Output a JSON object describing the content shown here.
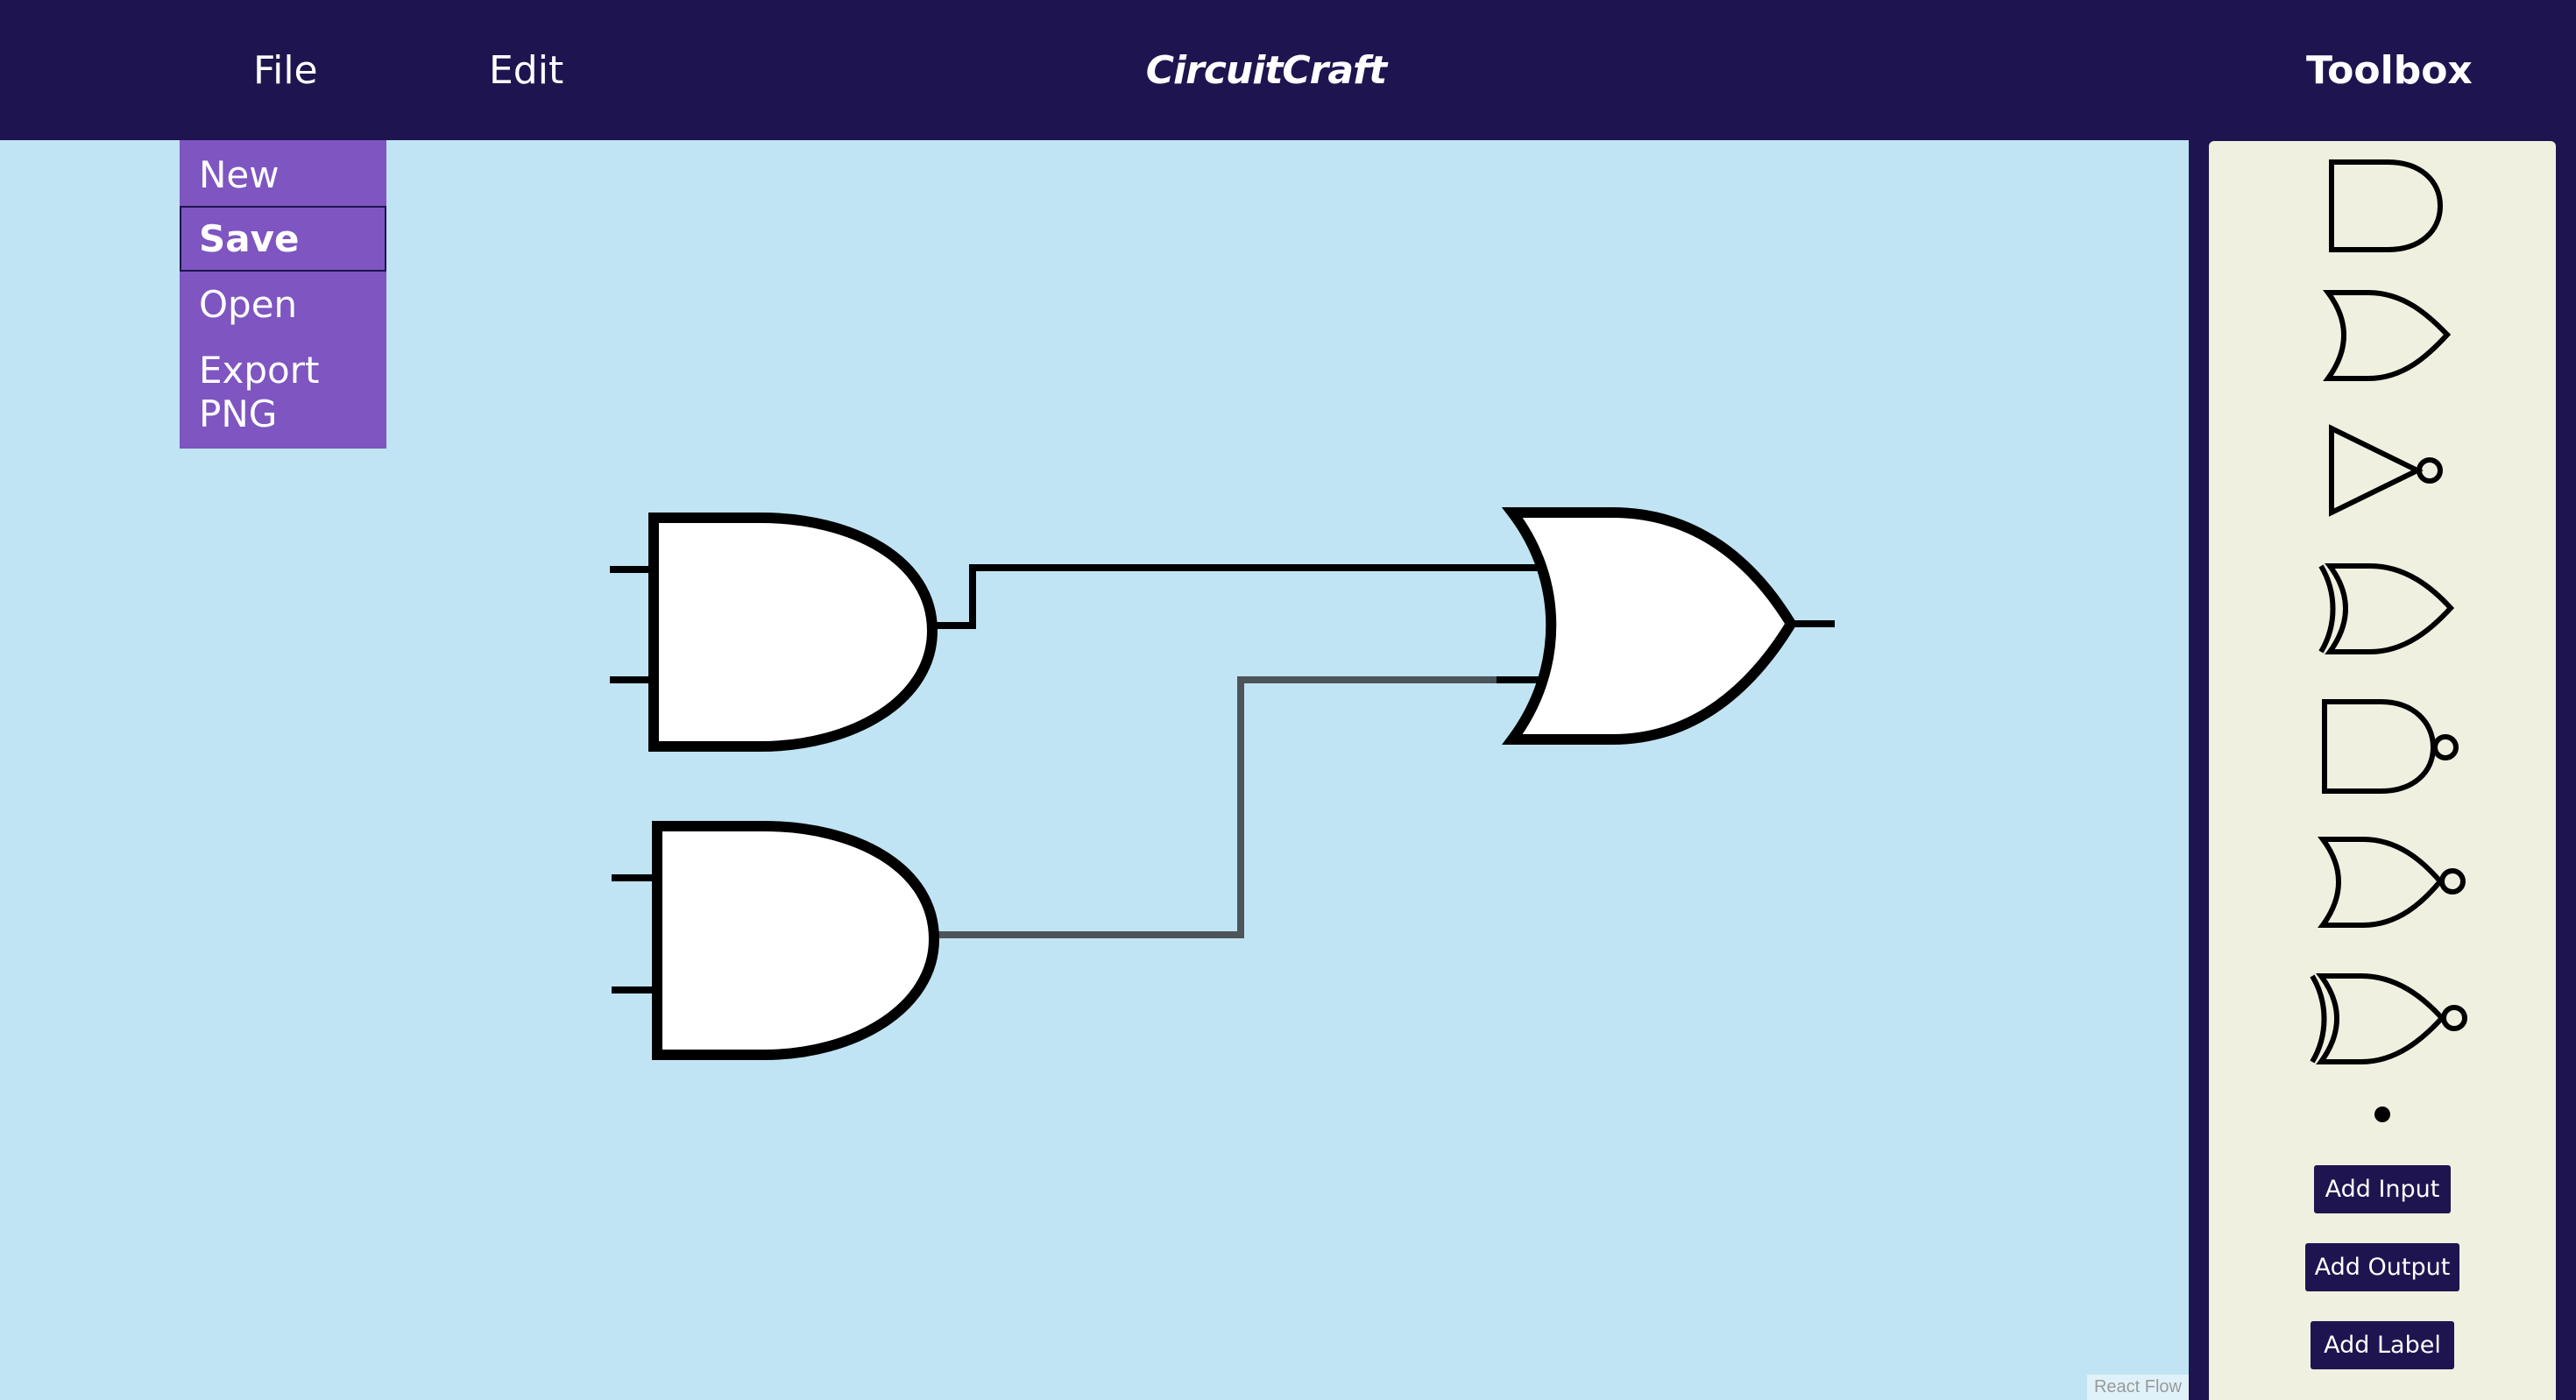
{
  "header": {
    "menu": [
      "File",
      "Edit"
    ],
    "app_title": "CircuitCraft",
    "toolbox_title": "Toolbox"
  },
  "file_menu": {
    "items": [
      "New",
      "Save",
      "Open",
      "Export PNG"
    ],
    "selected": "Save"
  },
  "toolbox": {
    "gates": [
      "and-gate-icon",
      "or-gate-icon",
      "not-gate-icon",
      "xor-gate-icon",
      "nand-gate-icon",
      "nor-gate-icon",
      "xnor-gate-icon",
      "junction-dot-icon"
    ],
    "buttons": [
      "Add Input",
      "Add Output",
      "Add Label"
    ]
  },
  "canvas": {
    "attribution": "React Flow",
    "nodes": [
      "and-gate",
      "and-gate",
      "or-gate"
    ],
    "selected_wire": "and-gate-2 to or-gate"
  },
  "colors": {
    "header": "#1e1550",
    "canvas": "#c0e4f3",
    "menu": "#7e55c1",
    "toolbox": "#f0f0e0",
    "selected_wire": "#4d5459"
  }
}
